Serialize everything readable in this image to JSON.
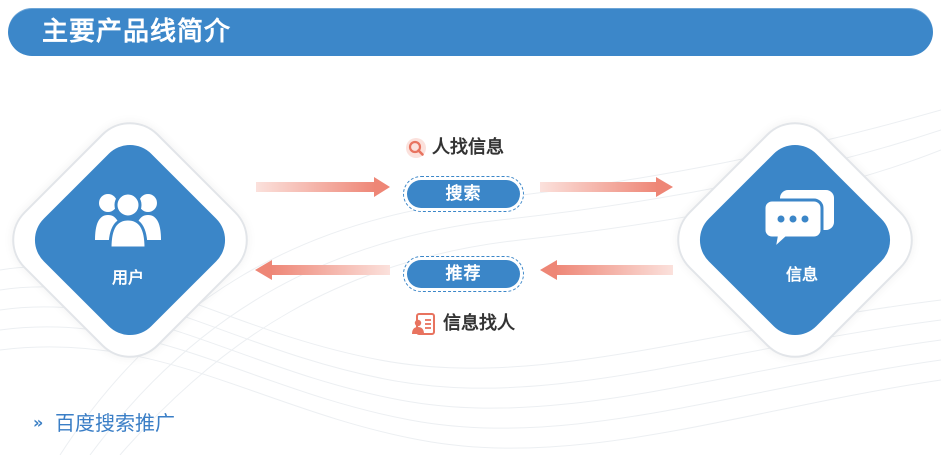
{
  "header": {
    "title": "主要产品线简介"
  },
  "diagram": {
    "left_node": {
      "label": "用户",
      "icon": "users-icon"
    },
    "right_node": {
      "label": "信息",
      "icon": "chat-bubbles-icon"
    },
    "top_caption": {
      "text": "人找信息",
      "icon": "search-target-icon"
    },
    "bottom_caption": {
      "text": "信息找人",
      "icon": "person-document-icon"
    },
    "top_pill": {
      "label": "搜索"
    },
    "bottom_pill": {
      "label": "推荐"
    }
  },
  "footer": {
    "text": "百度搜索推广",
    "icon": "double-chevron-right-icon"
  },
  "colors": {
    "primary": "#3b86c8",
    "arrow_dark": "#ee8676",
    "arrow_light": "#fbe1dc",
    "accent_orange": "#e8735f",
    "text_dark": "#333333",
    "footer_blue": "#3a7ec6"
  }
}
